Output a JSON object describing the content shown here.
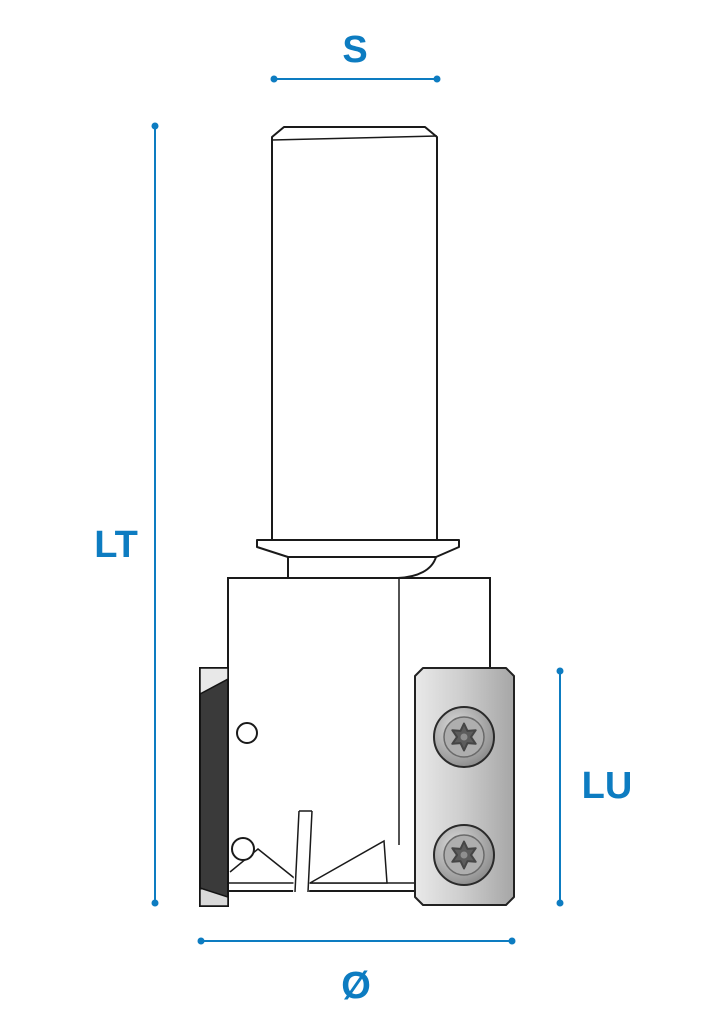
{
  "diagram": {
    "labels": {
      "shank_diameter": "S",
      "total_length": "LT",
      "cutting_length": "LU",
      "diameter": "Ø"
    },
    "colors": {
      "accent": "#0d7cc1",
      "ink": "#1a1a1a"
    }
  }
}
